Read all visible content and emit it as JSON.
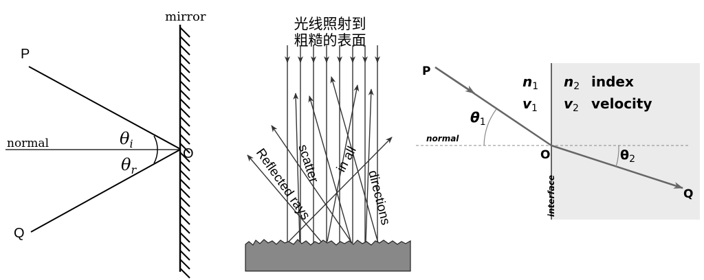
{
  "reflection": {
    "mirror_label": "mirror",
    "normal_label": "normal",
    "point_p": "P",
    "point_q": "Q",
    "point_o": "O",
    "theta_i": "θ",
    "theta_i_sub": "i",
    "theta_r": "θ",
    "theta_r_sub": "r"
  },
  "diffuse": {
    "title_line1": "光线照射到",
    "title_line2": "粗糙的表面",
    "label_reflected": "Reflected rays",
    "label_scatter": "scatter",
    "label_in_all": "in all",
    "label_directions": "directions",
    "surface_color": "#888888"
  },
  "refraction": {
    "point_p": "P",
    "point_q": "Q",
    "point_o": "O",
    "normal_label": "normal",
    "interface_label": "interface",
    "n1": "n",
    "n1_sub": "1",
    "v1": "v",
    "v1_sub": "1",
    "n2": "n",
    "n2_sub": "2",
    "v2": "v",
    "v2_sub": "2",
    "index_label": "index",
    "velocity_label": "velocity",
    "theta1": "θ",
    "theta1_sub": "1",
    "theta2": "θ",
    "theta2_sub": "2",
    "medium2_color": "#ebebeb",
    "ray_color": "#666666"
  }
}
